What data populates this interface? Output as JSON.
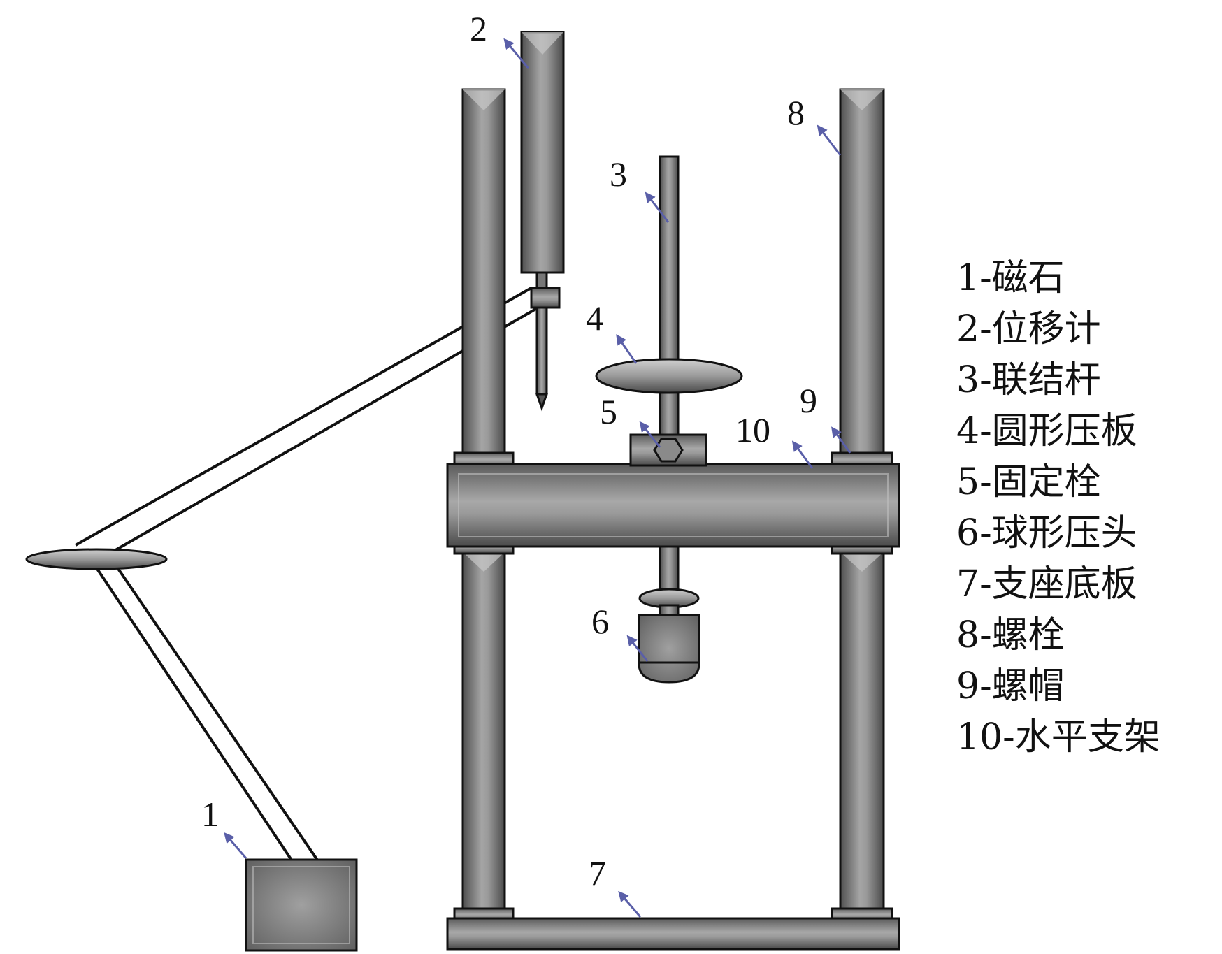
{
  "palette": {
    "metal_light": "#c8c8c8",
    "metal_mid": "#8a8a8a",
    "metal_dark": "#4f4f4f",
    "outline": "#111111",
    "arrow": "#5a5fa8",
    "text": "#111111"
  },
  "callouts": [
    {
      "id": "1",
      "label": "1"
    },
    {
      "id": "2",
      "label": "2"
    },
    {
      "id": "3",
      "label": "3"
    },
    {
      "id": "4",
      "label": "4"
    },
    {
      "id": "5",
      "label": "5"
    },
    {
      "id": "6",
      "label": "6"
    },
    {
      "id": "7",
      "label": "7"
    },
    {
      "id": "8",
      "label": "8"
    },
    {
      "id": "9",
      "label": "9"
    },
    {
      "id": "10",
      "label": "10"
    }
  ],
  "legend": [
    "1-磁石",
    "2-位移计",
    "3-联结杆",
    "4-圆形压板",
    "5-固定栓",
    "6-球形压头",
    "7-支座底板",
    "8-螺栓",
    "9-螺帽",
    "10-水平支架"
  ]
}
